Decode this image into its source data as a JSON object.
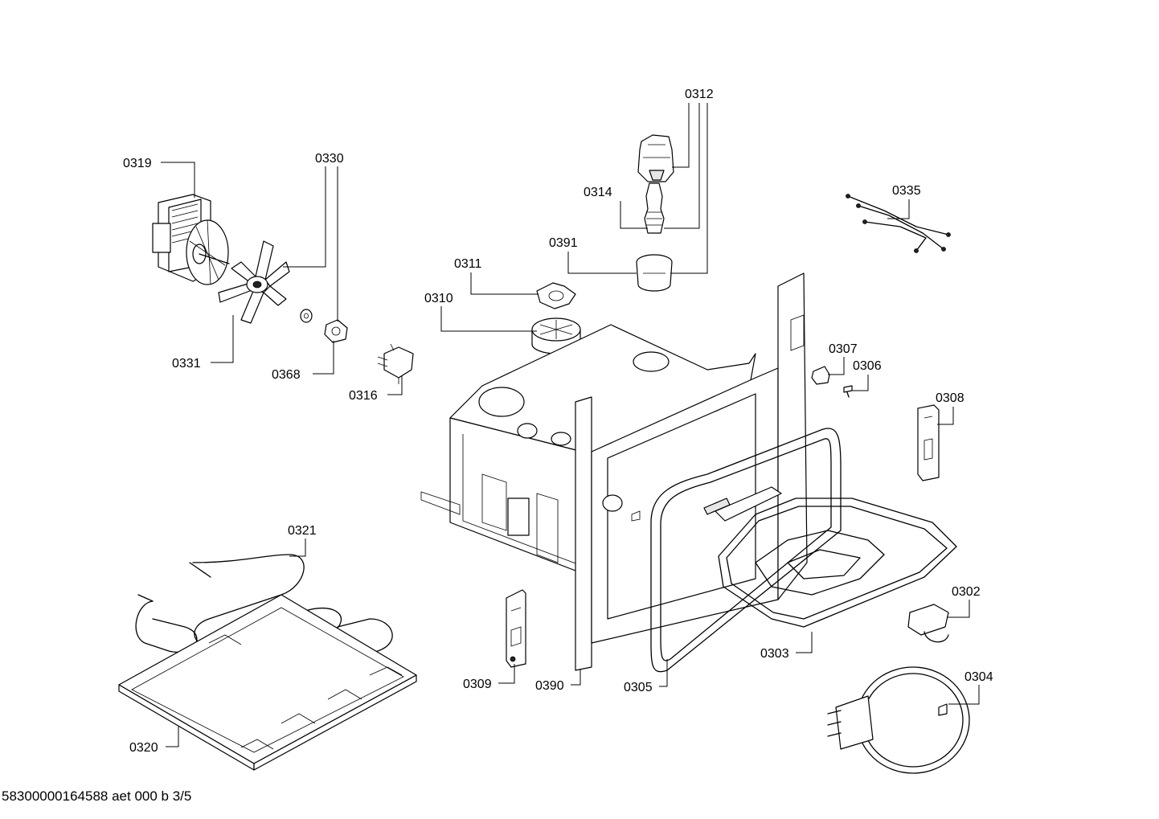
{
  "document_id": "58300000164588 aet 000 b 3/5",
  "parts": [
    {
      "id": "0319"
    },
    {
      "id": "0330"
    },
    {
      "id": "0331"
    },
    {
      "id": "0368"
    },
    {
      "id": "0316"
    },
    {
      "id": "0311"
    },
    {
      "id": "0310"
    },
    {
      "id": "0312"
    },
    {
      "id": "0314"
    },
    {
      "id": "0391"
    },
    {
      "id": "0335"
    },
    {
      "id": "0307"
    },
    {
      "id": "0306"
    },
    {
      "id": "0308"
    },
    {
      "id": "0302"
    },
    {
      "id": "0303"
    },
    {
      "id": "0304"
    },
    {
      "id": "0305"
    },
    {
      "id": "0390"
    },
    {
      "id": "0309"
    },
    {
      "id": "0321"
    },
    {
      "id": "0320"
    }
  ]
}
